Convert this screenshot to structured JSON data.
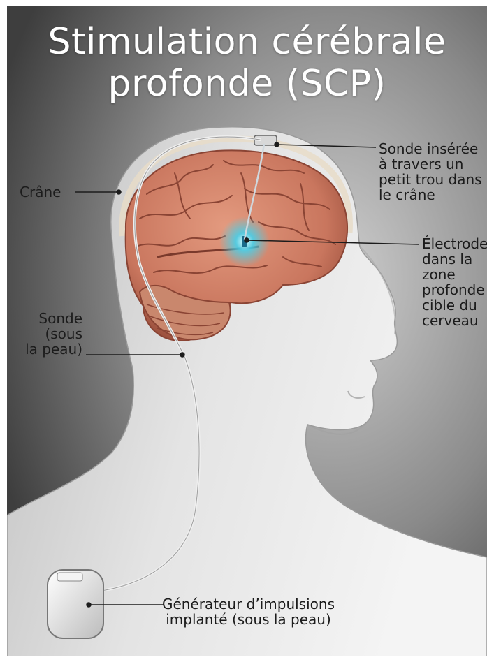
{
  "title": {
    "line1": "Stimulation cérébrale",
    "line2": "profonde (SCP)"
  },
  "labels": {
    "crane": "Crâne",
    "sonde_inseree": [
      "Sonde insérée",
      "à travers un",
      "petit trou dans",
      "le crâne"
    ],
    "electrode": [
      "Électrode",
      "dans la",
      "zone",
      "profonde",
      "cible du",
      "cerveau"
    ],
    "sonde_peau": [
      "Sonde",
      "(sous",
      "la peau)"
    ],
    "generateur": [
      "Générateur d’impulsions",
      "implanté (sous la peau)"
    ]
  },
  "colors": {
    "brain": "#c9765e",
    "electrode_glow": "#3fd3f0",
    "skin": "#d6d6d6",
    "background_dark": "#555555"
  }
}
